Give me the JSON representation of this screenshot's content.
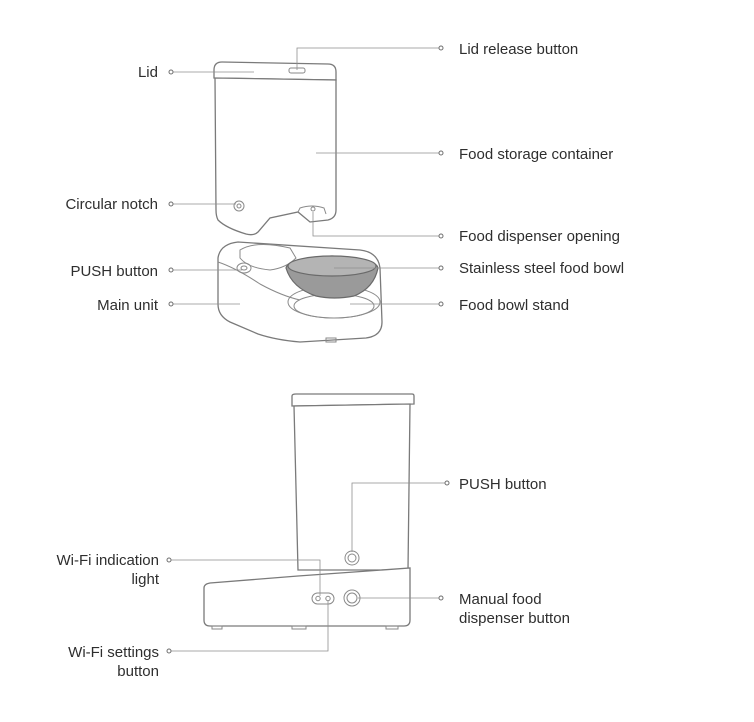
{
  "labels": {
    "lid": "Lid",
    "lid_release_button": "Lid release button",
    "food_storage_container": "Food storage container",
    "circular_notch": "Circular notch",
    "food_dispenser_opening": "Food dispenser opening",
    "push_button_top": "PUSH button",
    "stainless_steel_food_bowl": "Stainless steel food bowl",
    "main_unit": "Main unit",
    "food_bowl_stand": "Food bowl stand",
    "push_button_side": "PUSH button",
    "wifi_indication_light_line1": "Wi-Fi indication",
    "wifi_indication_light_line2": "light",
    "manual_food_dispenser_button_line1": "Manual food",
    "manual_food_dispenser_button_line2": "dispenser button",
    "wifi_settings_button_line1": "Wi-Fi settings",
    "wifi_settings_button_line2": "button"
  }
}
